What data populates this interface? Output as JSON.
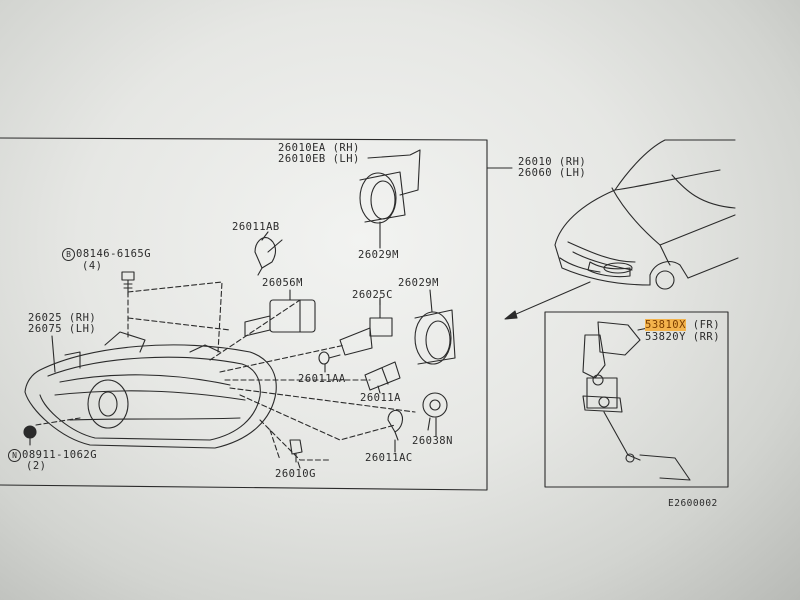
{
  "labels": {
    "p26010ea": "26010EA (RH)",
    "p26010eb": "26010EB (LH)",
    "p26010": "26010 (RH)",
    "p26060": "26060 (LH)",
    "p26011ab": "26011AB",
    "p26029m_top": "26029M",
    "bolt_prefix": "B",
    "bolt_code": "08146-6165G",
    "bolt_qty": "(4)",
    "p26056m": "26056M",
    "p26025c": "26025C",
    "p26029m_mid": "26029M",
    "p26025": "26025 (RH)",
    "p26075": "26075 (LH)",
    "p26011aa": "26011AA",
    "p26011a": "26011A",
    "p26038n": "26038N",
    "nut_prefix": "N",
    "nut_code": "08911-1062G",
    "nut_qty": "(2)",
    "p26010g": "26010G",
    "p26011ac": "26011AC",
    "p53810x": "53810X",
    "p53810x_suffix": " (FR)",
    "p53820y": "53820Y (RR)",
    "diagram_id": "E2600002"
  },
  "colors": {
    "ink": "#2b2b2b",
    "highlight": "#f3b34c",
    "paper": "#eeefec"
  }
}
